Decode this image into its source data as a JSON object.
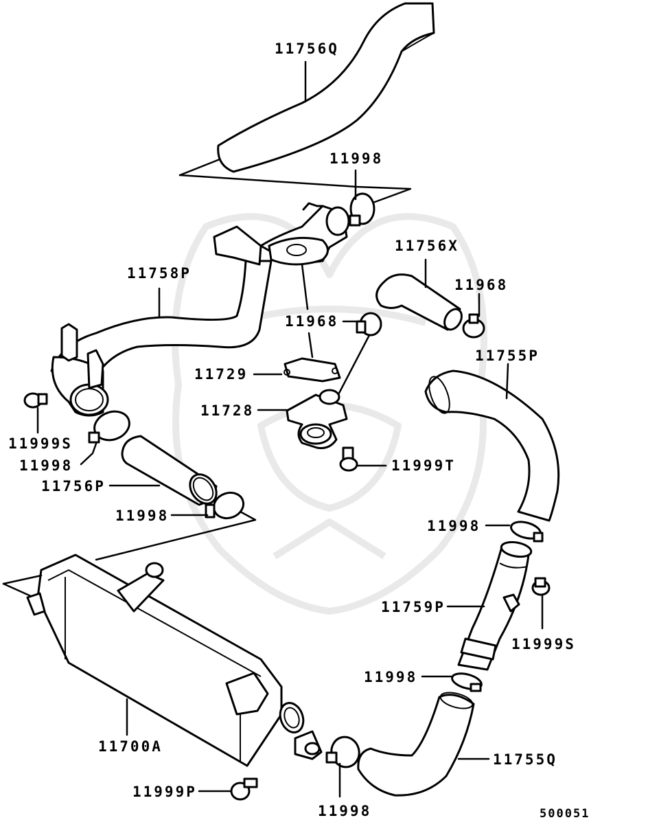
{
  "diagram_code": "500051",
  "parts": {
    "p11756Q_top": "11756Q",
    "p11998_top": "11998",
    "p11758P": "11758P",
    "p11756X": "11756X",
    "p11968_right": "11968",
    "p11968_mid": "11968",
    "p11755P": "11755P",
    "p11729": "11729",
    "p11728": "11728",
    "p11999S_left": "11999S",
    "p11998_left": "11998",
    "p11999T": "11999T",
    "p11756P": "11756P",
    "p11998_mid": "11998",
    "p11998_right": "11998",
    "p11759P": "11759P",
    "p11999S_right": "11999S",
    "p11998_lower": "11998",
    "p11700A": "11700A",
    "p11755Q": "11755Q",
    "p11999P": "11999P",
    "p11998_bottom": "11998"
  }
}
